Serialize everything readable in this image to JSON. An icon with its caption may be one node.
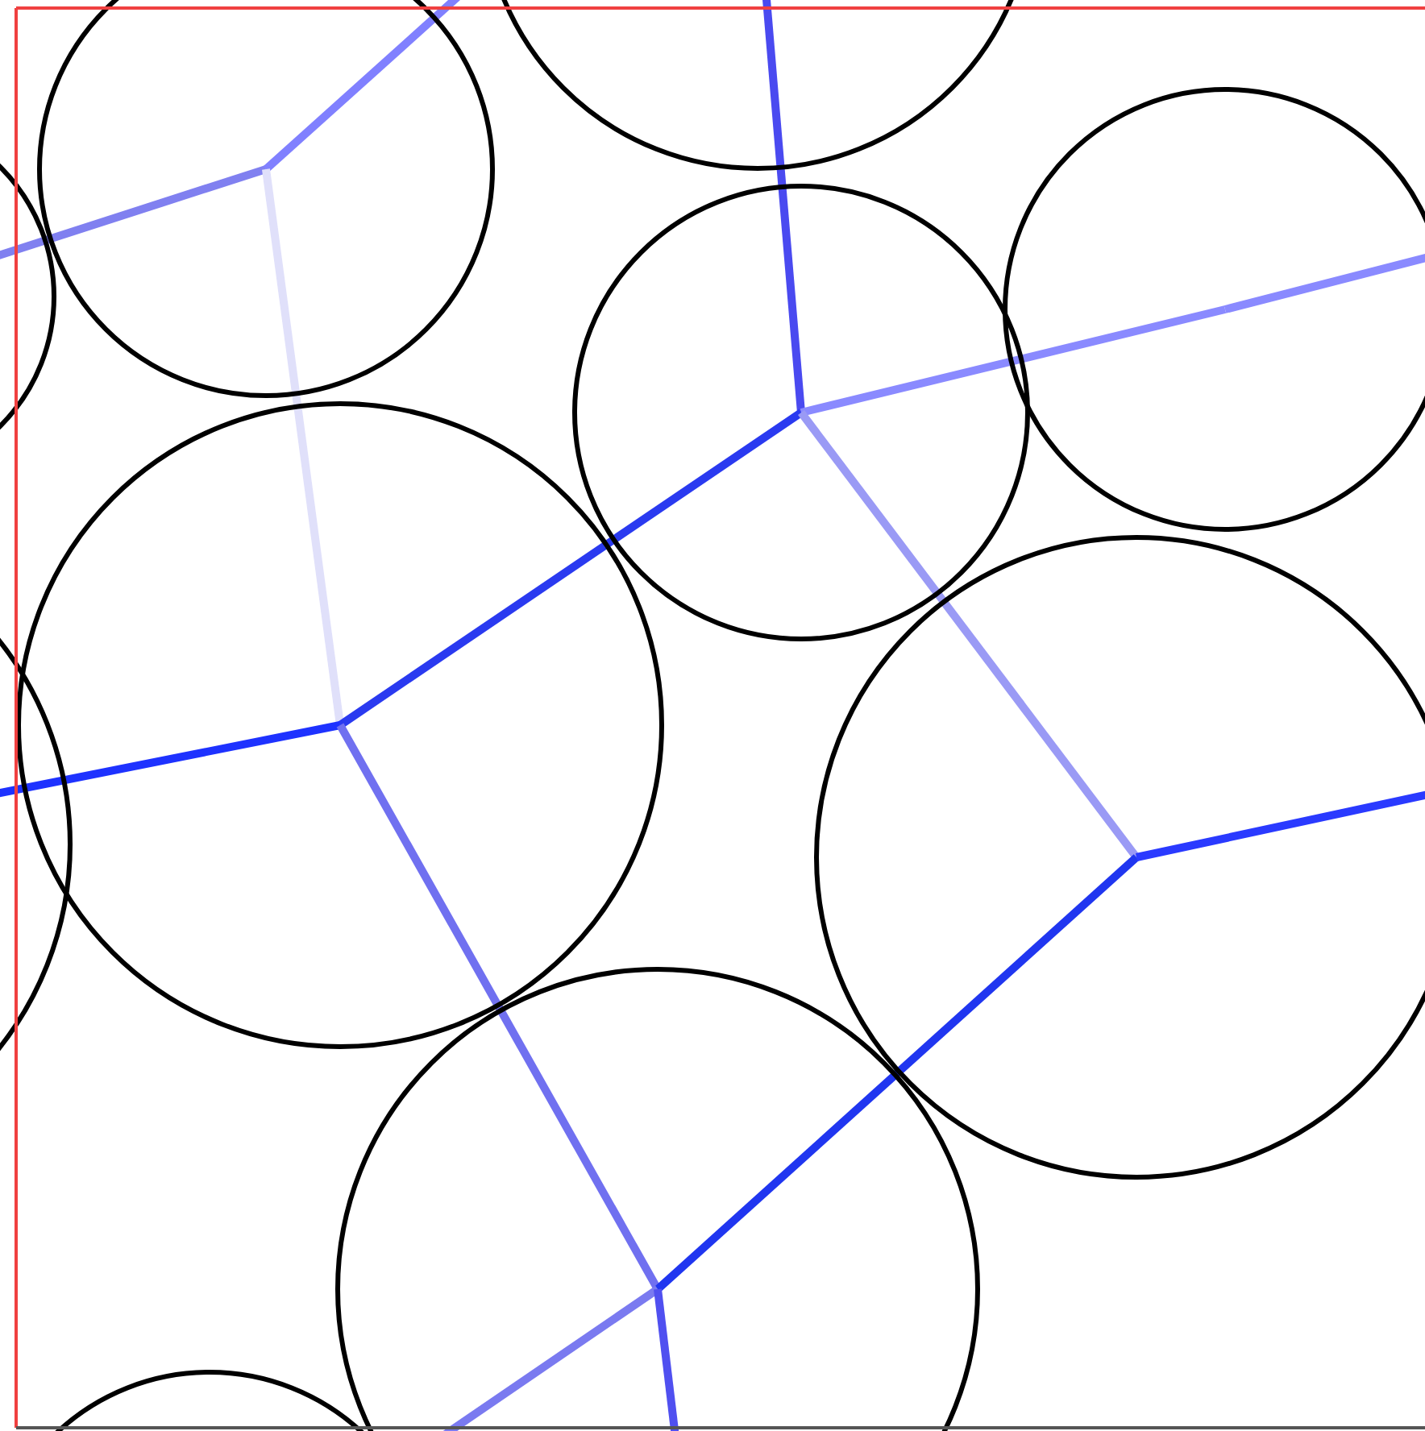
{
  "diagram": {
    "nodes": [
      {
        "text": [],
        "shape": "circle"
      },
      {
        "text": [],
        "shape": "circle"
      },
      {
        "text": [],
        "shape": "circle"
      },
      {
        "text": [],
        "shape": "circle"
      },
      {
        "text": [],
        "shape": "circle"
      },
      {
        "text": [],
        "shape": "circle"
      },
      {
        "text": [],
        "shape": "circle"
      },
      {
        "text": [],
        "shape": "circle"
      },
      {
        "text": [],
        "shape": "circle"
      },
      {
        "text": [],
        "shape": "circle"
      }
    ],
    "edges": [
      {
        "from": 2,
        "to": 1,
        "arrow": "none",
        "color": "#8080f0"
      },
      {
        "from": 1,
        "to": null,
        "arrow": "none",
        "color": "#8080ff"
      },
      {
        "from": 1,
        "to": 5,
        "arrow": "none",
        "color": "#e0e0fa"
      },
      {
        "from": 0,
        "to": 4,
        "arrow": "none",
        "color": "#4a4af0"
      },
      {
        "from": 4,
        "to": 3,
        "arrow": "none",
        "color": "#8a8aff"
      },
      {
        "from": 3,
        "to": null,
        "arrow": "none",
        "color": "#8a8aff"
      },
      {
        "from": 4,
        "to": 5,
        "arrow": "none",
        "color": "#2a3af0"
      },
      {
        "from": 4,
        "to": 7,
        "arrow": "none",
        "color": "#9a9af5"
      },
      {
        "from": 5,
        "to": 6,
        "arrow": "none",
        "color": "#1e32ff"
      },
      {
        "from": 5,
        "to": 8,
        "arrow": "none",
        "color": "#7070f0"
      },
      {
        "from": 7,
        "to": 8,
        "arrow": "none",
        "color": "#2036f0"
      },
      {
        "from": 7,
        "to": null,
        "arrow": "none",
        "color": "#2a3aff"
      },
      {
        "from": 8,
        "to": 9,
        "arrow": "none",
        "color": "#7a7af0"
      },
      {
        "from": 8,
        "to": null,
        "arrow": "none",
        "color": "#5050f0"
      }
    ]
  }
}
